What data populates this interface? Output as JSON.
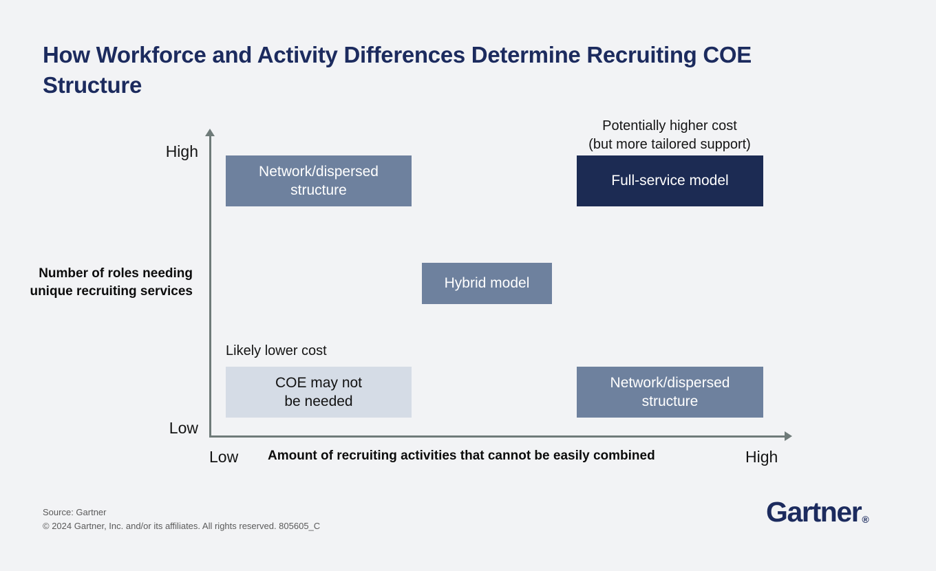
{
  "page": {
    "title": "How Workforce and Activity Differences Determine Recruiting COE Structure",
    "background_color": "#f2f3f5",
    "title_color": "#1c2b5e"
  },
  "chart_data": {
    "type": "matrix",
    "title": "How Workforce and Activity Differences Determine Recruiting COE Structure",
    "xlabel": "Amount of recruiting activities that cannot be easily combined",
    "ylabel": "Number of roles needing unique recruiting services",
    "x_ticks": [
      "Low",
      "High"
    ],
    "y_ticks": [
      "Low",
      "High"
    ],
    "grid": false,
    "legend": "none",
    "axis_color": "#6f7b79",
    "cells": [
      {
        "name": "network-dispersed-structure-top-left",
        "label": "Network/dispersed structure",
        "x": "Low",
        "y": "High",
        "fill": "#6e819e",
        "text_color": "#ffffff"
      },
      {
        "name": "full-service-model",
        "label": "Full-service model",
        "x": "High",
        "y": "High",
        "fill": "#1c2b53",
        "text_color": "#ffffff"
      },
      {
        "name": "hybrid-model",
        "label": "Hybrid model",
        "x": "Medium",
        "y": "Medium",
        "fill": "#6e819e",
        "text_color": "#ffffff"
      },
      {
        "name": "coe-may-not-be-needed",
        "label": "COE may not be needed",
        "x": "Low",
        "y": "Low",
        "fill": "#d5dce6",
        "text_color": "#121212"
      },
      {
        "name": "network-dispersed-structure-bottom-right",
        "label": "Network/dispersed structure",
        "x": "High",
        "y": "Low",
        "fill": "#6e819e",
        "text_color": "#ffffff"
      }
    ],
    "annotations": [
      {
        "name": "higher-cost-note",
        "text": "Potentially higher cost (but more tailored support)",
        "position": "top-right"
      },
      {
        "name": "lower-cost-note",
        "text": "Likely lower cost",
        "position": "bottom-left"
      }
    ]
  },
  "axes": {
    "y": {
      "title": "Number of roles needing unique recruiting services",
      "high_label": "High",
      "low_label": "Low"
    },
    "x": {
      "title": "Amount of recruiting activities that cannot be easily combined",
      "low_label": "Low",
      "high_label": "High"
    }
  },
  "boxes": {
    "top_left": "Network/dispersed structure",
    "top_left_line1": "Network/dispersed",
    "top_left_line2": "structure",
    "top_right": "Full-service model",
    "middle": "Hybrid model",
    "bottom_left_line1": "COE may not",
    "bottom_left_line2": "be needed",
    "bottom_right_line1": "Network/dispersed",
    "bottom_right_line2": "structure"
  },
  "annotations": {
    "higher_cost_line1": "Potentially higher cost",
    "higher_cost_line2": "(but more tailored support)",
    "lower_cost": "Likely lower cost"
  },
  "footer": {
    "source": "Source: Gartner",
    "copyright": "© 2024 Gartner, Inc. and/or its affiliates. All rights reserved. 805605_C",
    "logo_text": "Gartner",
    "logo_mark": "®"
  }
}
